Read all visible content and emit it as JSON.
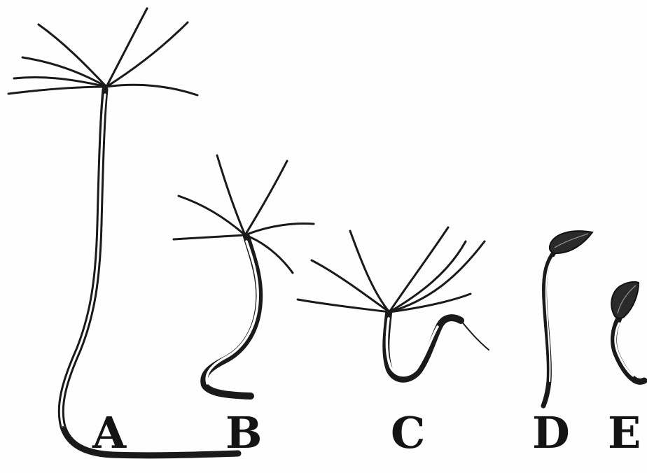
{
  "figure": {
    "labels": {
      "a": "A",
      "b": "B",
      "c": "C",
      "d": "D",
      "e": "E"
    },
    "ink_color": "#1a1a1a",
    "paper_color": "#fefefe"
  }
}
